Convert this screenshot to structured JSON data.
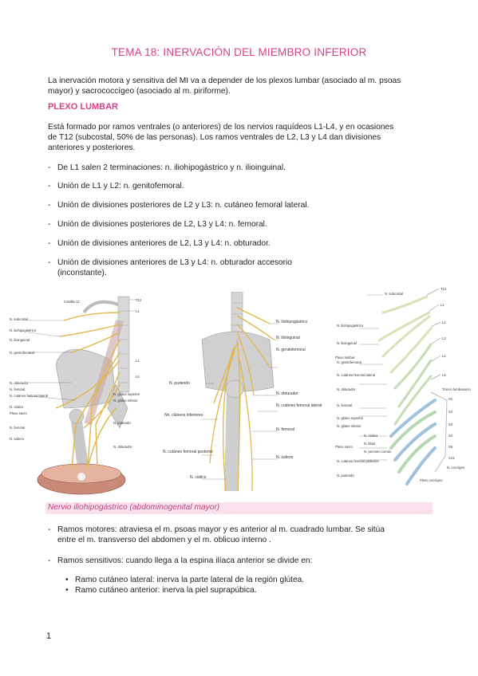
{
  "title": "TEMA 18: INERVACIÓN DEL MIEMBRO INFERIOR",
  "intro": {
    "line1": "La inervación motora y sensitiva del MI va a depender de los plexos lumbar (asociado al m. psoas",
    "line2": "mayor) y sacrococcígeo (asociado al m. piriforme)."
  },
  "section_heading": "PLEXO LUMBAR",
  "plexo_desc": {
    "line1": "Está formado por ramos ventrales (o anteriores) de los nervios raquídeos L1-L4, y en ocasiones",
    "line2": "de T12 (subcostal, 50% de las personas). Los ramos ventrales de L2, L3 y L4 dan divisiones",
    "line3": "anteriores y posteriores."
  },
  "list": [
    {
      "dash": "-",
      "text": "De L1 salen 2 terminaciones: n. iliohipogástrico y n. ilioinguinal."
    },
    {
      "dash": "-",
      "text": "Unión de L1 y L2: n. genitofemoral."
    },
    {
      "dash": "-",
      "text": "Unión de divisiones posteriores de L2 y L3: n. cutáneo femoral lateral."
    },
    {
      "dash": "-",
      "text": "Unión de divisiones posteriores de L2, L3 y L4: n. femoral."
    },
    {
      "dash": "-",
      "text": "Unión de divisiones anteriores de L2, L3 y L4: n. obturador."
    },
    {
      "dash": "-",
      "text": "Unión de divisiones anteriores de L3 y L4: n. obturador accesorio",
      "text2": "(inconstante)."
    }
  ],
  "figure_labels": {
    "fig1": [
      "Costilla 12",
      "T12",
      "L1",
      "N. subcostal",
      "N. iliohipogástrico",
      "N. ilioinguinal",
      "N. genitofemoral",
      "L4",
      "L5",
      "N. obturador",
      "N. femoral",
      "N. cutáneo femoral lateral",
      "N. ciático",
      "Plexo sacro",
      "N. pudendo",
      "N. glúteo superior",
      "N. glúteo inferior",
      "N. femoral",
      "N. safeno",
      "N. obturador"
    ],
    "fig2": [
      "N. iliohipogástrico",
      "N. ilioinguinal",
      "N. genitofemoral",
      "N. pudendo",
      "N. obturador",
      "N. cutáneo femoral lateral",
      "Nn. clúneos inferiores",
      "N. femoral",
      "N. cutáneo femoral posterior",
      "N. safeno",
      "N. ciático"
    ],
    "fig3": [
      "T12",
      "L1",
      "L2",
      "L3",
      "L4",
      "L5",
      "S1",
      "S2",
      "S3",
      "S4",
      "S5",
      "Co1",
      "N. subcostal",
      "N. iliohipogástrico",
      "N. ilioinguinal",
      "Plexo lumbar",
      "N. genitofemoral",
      "N. cutáneo femoral lateral",
      "N. obturador",
      "Tronco lumbosacro",
      "N. femoral",
      "N. glúteo superior",
      "N. glúteo inferior",
      "N. ciático",
      "N. tibial",
      "N. peroneo común",
      "Plexo sacro",
      "N. cutáneo femoral posterior",
      "N. pudendo",
      "N. coccígeo",
      "Plexo coccígeo"
    ]
  },
  "subsection": "Nervio iliohipogástrico (abdominogenital mayor)",
  "ramos": [
    {
      "dash": "-",
      "text": "Ramos motores: atraviesa el m. psoas mayor y es anterior al m. cuadrado lumbar. Se sitúa",
      "text2": "entre el m. transverso del abdomen y el m. oblicuo interno ."
    },
    {
      "dash": "-",
      "text": "Ramos sensitivos: cuando llega a la espina ilíaca anterior se divide en:"
    }
  ],
  "bullets": [
    {
      "dot": "•",
      "text": "Ramo cutáneo lateral: inerva la parte lateral de la región glútea."
    },
    {
      "dot": "•",
      "text": "Ramo cutáneo anterior: inerva la piel suprapúbica."
    }
  ],
  "page_number": "1",
  "colors": {
    "accent": "#d6408a",
    "highlight": "#fbe1ee",
    "nerve": "#e2b64a",
    "bone": "#c9c9c9"
  }
}
